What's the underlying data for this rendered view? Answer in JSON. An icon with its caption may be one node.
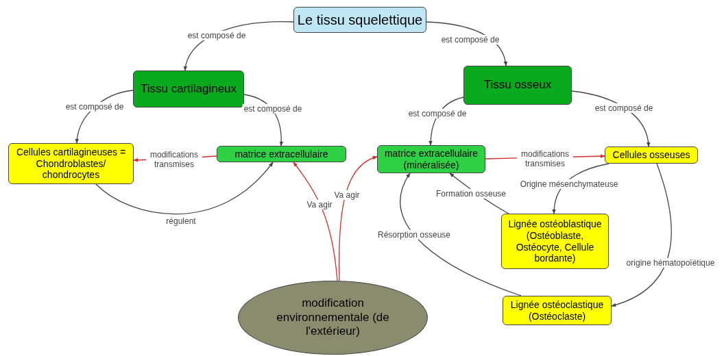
{
  "diagram": {
    "nodes": [
      {
        "text": [
          "Le tissu squelettique"
        ]
      },
      {
        "text": [
          "Tissu cartilagineux"
        ]
      },
      {
        "text": [
          "Tissu osseux"
        ]
      },
      {
        "text": [
          "Cellules cartilagineuses = Chondroblastes/ chondrocytes"
        ]
      },
      {
        "text": [
          "matrice extracellulaire"
        ]
      },
      {
        "text": [
          "matrice extracellulaire (minéralisée)"
        ]
      },
      {
        "text": [
          "Cellules osseuses"
        ]
      },
      {
        "text": [
          "Lignée ostéoblastique (Ostéoblaste, Ostéocyte, Cellule bordante)"
        ]
      },
      {
        "text": [
          "Lignée ostéoclastique (Ostéoclaste)"
        ]
      },
      {
        "text": [
          "modification environnementale (de l'extérieur)"
        ]
      }
    ],
    "edges": [
      {
        "from": 0,
        "to": 1,
        "arrow": "to",
        "label": "est composé de"
      },
      {
        "from": 0,
        "to": 2,
        "arrow": "to",
        "label": "est composé de"
      },
      {
        "from": 1,
        "to": 3,
        "arrow": "to",
        "label": "est composé de"
      },
      {
        "from": 1,
        "to": 4,
        "arrow": "to",
        "label": "est composé de"
      },
      {
        "from": 4,
        "to": 3,
        "arrow": "to",
        "label": "modifications transmises",
        "color": "#d62b2b"
      },
      {
        "from": 3,
        "to": 4,
        "arrow": "to",
        "label": "régulent"
      },
      {
        "from": 9,
        "to": 4,
        "arrow": "to",
        "label": "Va agir",
        "color": "#d62b2b"
      },
      {
        "from": 9,
        "to": 5,
        "arrow": "to",
        "label": "Va agir",
        "color": "#d62b2b"
      },
      {
        "from": 2,
        "to": 5,
        "arrow": "to",
        "label": "est composé de"
      },
      {
        "from": 2,
        "to": 6,
        "arrow": "to",
        "label": "est composé de"
      },
      {
        "from": 5,
        "to": 6,
        "arrow": "to",
        "label": "modifications transmises",
        "color": "#d62b2b"
      },
      {
        "from": 6,
        "to": 7,
        "arrow": "to",
        "label": "Origine mésenchymateuse"
      },
      {
        "from": 7,
        "to": 5,
        "arrow": "to",
        "label": "Formation osseuse"
      },
      {
        "from": 8,
        "to": 5,
        "arrow": "to",
        "label": "Résorption osseuse"
      },
      {
        "from": 6,
        "to": 8,
        "arrow": "to",
        "label": "origine hématopoïétique"
      }
    ]
  }
}
